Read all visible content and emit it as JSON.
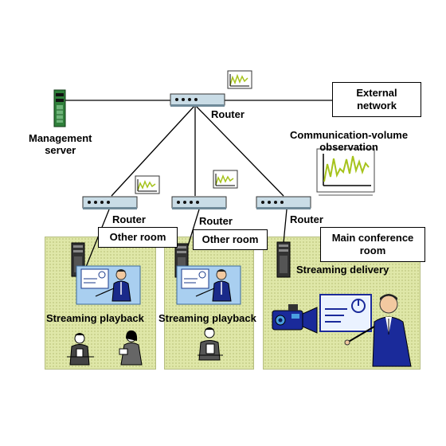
{
  "labels": {
    "management_server": "Management\nserver",
    "router_top": "Router",
    "router_left": "Router",
    "router_mid": "Router",
    "router_right": "Router",
    "external_network": "External\nnetwork",
    "observation": "Communication-volume\nobservation",
    "other_room_1": "Other room",
    "other_room_2": "Other room",
    "main_room": "Main conference\nroom",
    "playback_1": "Streaming playback",
    "playback_2": "Streaming playback",
    "delivery": "Streaming delivery"
  },
  "colors": {
    "room_fill": "#dfe7a8",
    "router_fill": "#c9dce6",
    "server_green": "#2f7f3a",
    "chart_line": "#a6c31c"
  }
}
